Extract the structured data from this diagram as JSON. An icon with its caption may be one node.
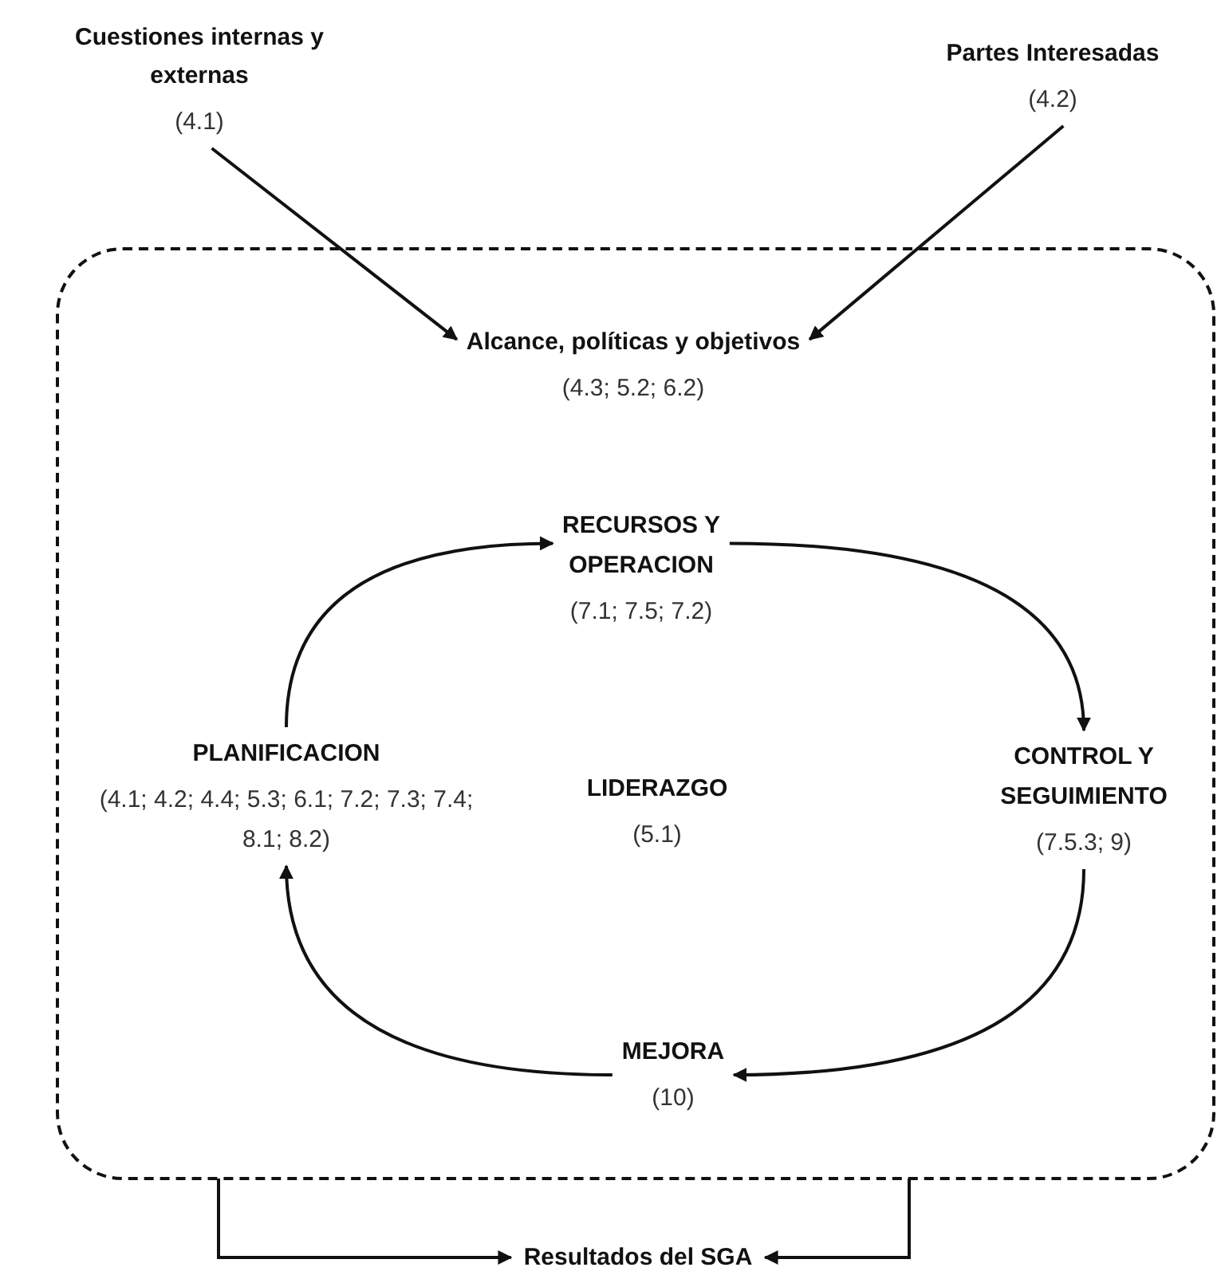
{
  "diagram": {
    "nodes": [
      {
        "text": [
          "Cuestiones internas y externas",
          "(4.1)"
        ]
      },
      {
        "text": [
          "Partes Interesadas",
          "(4.2)"
        ]
      },
      {
        "text": [],
        "shape": "box"
      },
      {
        "text": [
          "Alcance, políticas y objetivos",
          "(4.3; 5.2; 6.2)"
        ],
        "in": 2
      },
      {
        "text": [
          "RECURSOS Y OPERACION",
          "(7.1; 7.5; 7.2)"
        ],
        "in": 2
      },
      {
        "text": [
          "PLANIFICACION",
          "(4.1; 4.2; 4.4; 5.3; 6.1; 7.2; 7.3; 7.4; 8.1; 8.2)"
        ],
        "in": 2
      },
      {
        "text": [
          "LIDERAZGO",
          "(5.1)"
        ],
        "in": 2
      },
      {
        "text": [
          "CONTROL Y SEGUIMIENTO",
          "(7.5.3; 9)"
        ],
        "in": 2
      },
      {
        "text": [
          "MEJORA",
          "(10)"
        ],
        "in": 2
      },
      {
        "text": [
          "Resultados del SGA"
        ]
      }
    ],
    "edges": [
      {
        "from": 0,
        "to": 3,
        "arrow": "to"
      },
      {
        "from": 1,
        "to": 3,
        "arrow": "to"
      },
      {
        "from": 5,
        "to": 4,
        "arrow": "to"
      },
      {
        "from": 4,
        "to": 7,
        "arrow": "to"
      },
      {
        "from": 7,
        "to": 8,
        "arrow": "to"
      },
      {
        "from": 8,
        "to": 5,
        "arrow": "to"
      },
      {
        "from": 2,
        "to": 9,
        "arrow": "to"
      },
      {
        "from": 2,
        "to": 9,
        "arrow": "to"
      }
    ]
  }
}
